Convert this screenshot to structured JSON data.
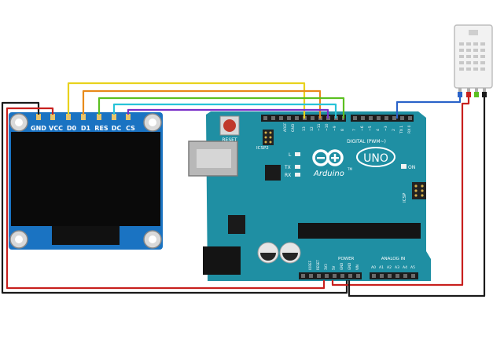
{
  "oled": {
    "pins": [
      "GND",
      "VCC",
      "D0",
      "D1",
      "RES",
      "DC",
      "CS"
    ]
  },
  "arduino": {
    "reset_label": "RESET",
    "icsp2_label": "ICSP2",
    "icsp_label": "ICSP",
    "l_label": "L",
    "tx_label": "TX",
    "rx_label": "RX",
    "on_label": "ON",
    "brand": "Arduino",
    "tm": "TM",
    "model": "UNO",
    "digital_label": "DIGITAL (PWM~)",
    "power_label": "POWER",
    "analog_label": "ANALOG IN",
    "aref_label": "AREF",
    "gnd_label": "GND",
    "ioref_label": "IOREF",
    "reset_pin_label": "RESET",
    "v33_label": "3V3",
    "v5_label": "5V",
    "vin_label": "VIN",
    "digital_pin_numbers": [
      "13",
      "12",
      "~11",
      "~10",
      "~9",
      "8",
      "7",
      "~6",
      "~5",
      "4",
      "~3",
      "2",
      "TX 1",
      "RX 0"
    ],
    "analog_pins": [
      "A0",
      "A1",
      "A2",
      "A3",
      "A4",
      "A5"
    ]
  },
  "colors": {
    "board": "#1f8fa3",
    "wire_black": "#1a1a1a",
    "wire_red": "#c8201e",
    "wire_yellow": "#e8d21c",
    "wire_orange": "#e88a1a",
    "wire_green": "#5cc021",
    "wire_cyan": "#27c3d8",
    "wire_purple": "#7a2fc8",
    "wire_blue": "#2a63c9"
  }
}
